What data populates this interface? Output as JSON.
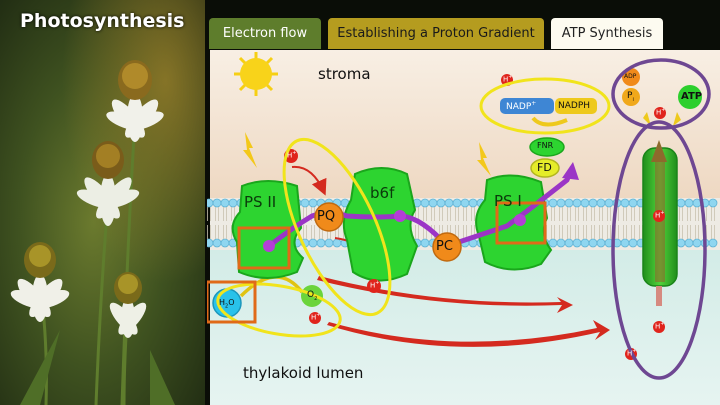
{
  "slide": {
    "title": "Photosynthesis"
  },
  "tabs": [
    {
      "label": "Electron flow"
    },
    {
      "label": "Establishing a Proton Gradient"
    },
    {
      "label": "ATP Synthesis"
    }
  ],
  "diagram": {
    "stroma_label": "stroma",
    "lumen_label": "thylakoid lumen",
    "complexes": {
      "ps2": "PS II",
      "b6f": "b6f",
      "ps1": "PS I",
      "pq": "PQ",
      "pc": "PC",
      "fnr": "FNR",
      "fd": "FD"
    },
    "molecules": {
      "nadp": "NADP",
      "nadp_sup": "+",
      "nadph": "NADPH",
      "h2o": "H",
      "h2o_sub": "2",
      "h2o_o": "O",
      "o2": "O",
      "o2_sub": "2",
      "adp": "ADP",
      "pi": "P",
      "pi_sub": "i",
      "atp": "ATP",
      "proton": "H",
      "proton_sup": "+"
    }
  }
}
